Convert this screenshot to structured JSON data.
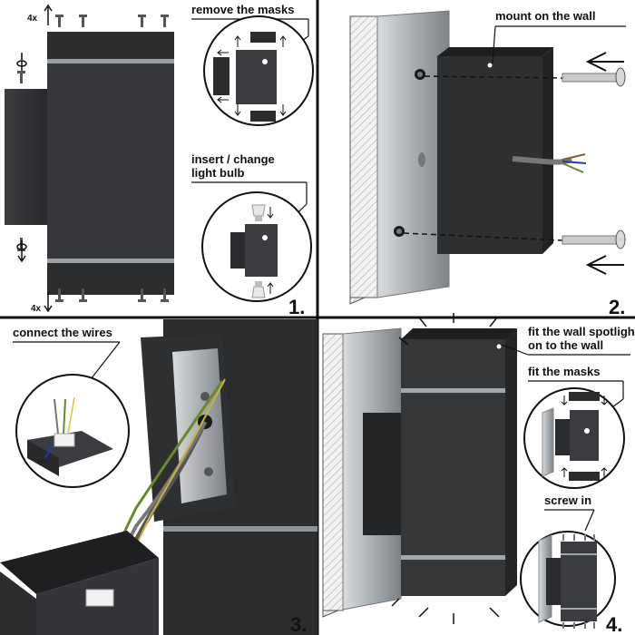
{
  "panels": [
    {
      "number": "1.",
      "labels": [
        "remove the masks",
        "insert / change",
        "light bulb"
      ],
      "count_top": "4x",
      "count_bottom": "4x"
    },
    {
      "number": "2.",
      "labels": [
        "mount on the wall"
      ]
    },
    {
      "number": "3.",
      "labels": [
        "connect the wires"
      ]
    },
    {
      "number": "4.",
      "labels": [
        "fit the wall spotlight",
        "on to the wall",
        "fit the masks",
        "screw in"
      ]
    }
  ],
  "colors": {
    "housing": "#2f3133",
    "housing_dark": "#1e1f20",
    "wall": "#b9bcbf",
    "steel": "#9fa4a8",
    "grid": "#111111"
  }
}
